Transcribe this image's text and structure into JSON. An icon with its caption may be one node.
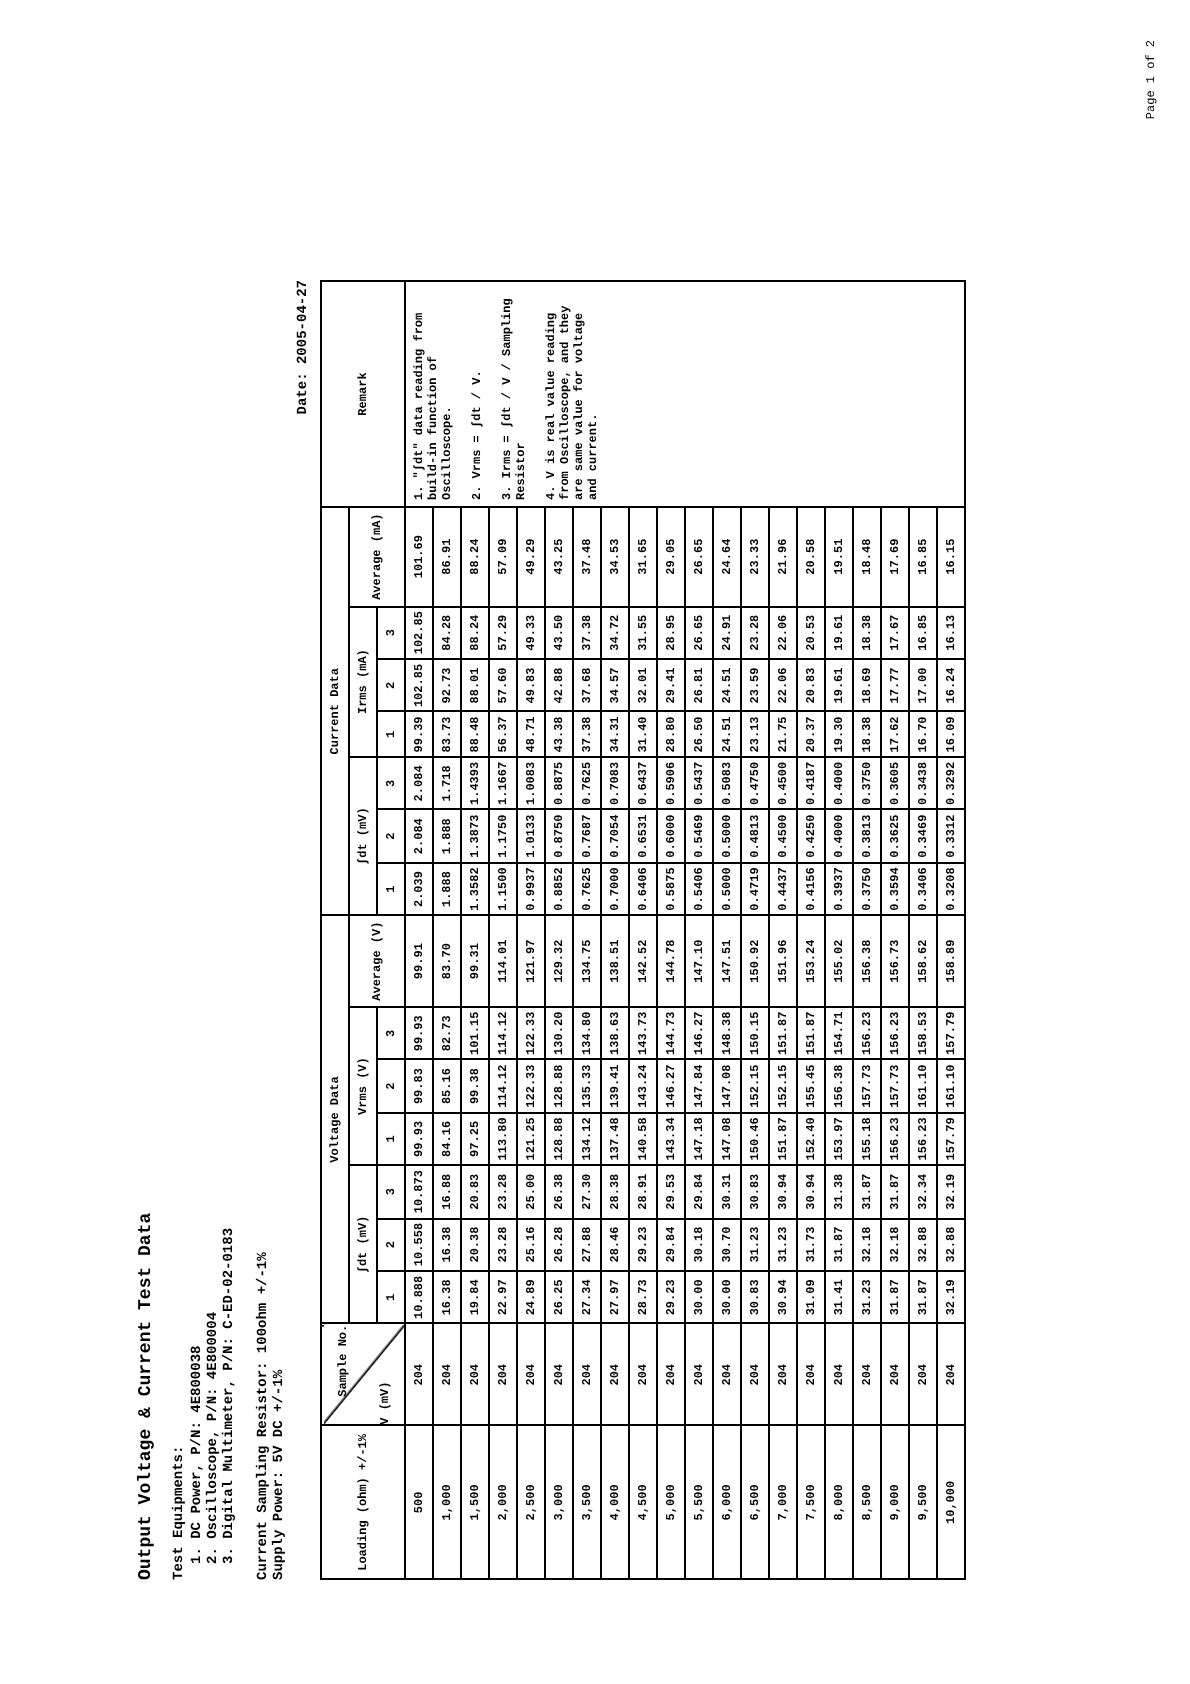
{
  "diagram": {
    "title": "Output Voltage & Current Test Data",
    "labels": [
      "Test Equipments:",
      "1. DC Power, P/N: 4E800038",
      "2. Oscilloscope, P/N: 4E800004",
      "3. Digital Multimeter, P/N: C-ED-02-0183",
      "Current Sampling Resistor: 100ohm +/-1%",
      "Supply Power: 5V DC +/-1%",
      "Date: 2005-04-27",
      "Loading (ohm) +/-1%",
      "Sample No.",
      "V (mV)",
      "Voltage Data",
      "Current Data",
      "Remark",
      "∫dt (mV)",
      "Vrms (V)",
      "Average (V)",
      "∫dt (mV)",
      "Irms (mA)",
      "Average (mA)",
      "1",
      "2",
      "3",
      "1",
      "2",
      "3",
      "1",
      "2",
      "3",
      "1",
      "2",
      "3",
      "500",
      "204",
      "10.888",
      "10.558",
      "10.873",
      "99.93",
      "99.83",
      "99.93",
      "99.91",
      "2.039",
      "2.084",
      "2.084",
      "99.39",
      "102.85",
      "102.85",
      "101.69",
      "1. \"∫dt\" data reading from build-in function of Oscilloscope.",
      "2. Vrms = ∫dt / V.",
      "3. Irms = ∫dt / V / Sampling Resistor",
      "4. V is real value reading from Oscilloscope, and they are same value for voltage and current.",
      "1,000",
      "204",
      "16.38",
      "16.38",
      "16.88",
      "84.16",
      "85.16",
      "82.73",
      "83.70",
      "1.888",
      "1.888",
      "1.718",
      "83.73",
      "92.73",
      "84.28",
      "86.91",
      "1,500",
      "204",
      "19.84",
      "20.38",
      "20.83",
      "97.25",
      "99.38",
      "101.15",
      "99.31",
      "1.3582",
      "1.3873",
      "1.4393",
      "88.48",
      "88.01",
      "88.24",
      "88.24",
      "2,000",
      "204",
      "22.97",
      "23.28",
      "23.28",
      "113.80",
      "114.12",
      "114.12",
      "114.01",
      "1.1500",
      "1.1750",
      "1.1667",
      "56.37",
      "57.60",
      "57.29",
      "57.09",
      "2,500",
      "204",
      "24.89",
      "25.16",
      "25.00",
      "121.25",
      "122.33",
      "122.33",
      "121.97",
      "0.9937",
      "1.0133",
      "1.0083",
      "48.71",
      "49.83",
      "49.33",
      "49.29",
      "3,000",
      "204",
      "26.25",
      "26.28",
      "26.38",
      "128.88",
      "128.88",
      "130.20",
      "129.32",
      "0.8852",
      "0.8750",
      "0.8875",
      "43.38",
      "42.88",
      "43.50",
      "43.25",
      "3,500",
      "204",
      "27.34",
      "27.88",
      "27.30",
      "134.12",
      "135.33",
      "134.80",
      "134.75",
      "0.7625",
      "0.7687",
      "0.7625",
      "37.38",
      "37.68",
      "37.38",
      "37.48",
      "4,000",
      "204",
      "27.97",
      "28.46",
      "28.38",
      "137.48",
      "139.41",
      "138.63",
      "138.51",
      "0.7000",
      "0.7054",
      "0.7083",
      "34.31",
      "34.57",
      "34.72",
      "34.53",
      "4,500",
      "204",
      "28.73",
      "29.23",
      "28.91",
      "140.58",
      "143.24",
      "143.73",
      "142.52",
      "0.6406",
      "0.6531",
      "0.6437",
      "31.40",
      "32.01",
      "31.55",
      "31.65",
      "5,000",
      "204",
      "29.23",
      "29.84",
      "29.53",
      "143.34",
      "146.27",
      "144.73",
      "144.78",
      "0.5875",
      "0.6000",
      "0.5906",
      "28.80",
      "29.41",
      "28.95",
      "29.05",
      "5,500",
      "204",
      "30.00",
      "30.18",
      "29.84",
      "147.18",
      "147.84",
      "146.27",
      "147.10",
      "0.5406",
      "0.5469",
      "0.5437",
      "26.50",
      "26.81",
      "26.65",
      "26.65",
      "6,000",
      "204",
      "30.00",
      "30.70",
      "30.31",
      "147.08",
      "147.08",
      "148.38",
      "147.51",
      "0.5000",
      "0.5000",
      "0.5083",
      "24.51",
      "24.51",
      "24.91",
      "24.64",
      "6,500",
      "204",
      "30.83",
      "31.23",
      "30.83",
      "150.46",
      "152.15",
      "150.15",
      "150.92",
      "0.4719",
      "0.4813",
      "0.4750",
      "23.13",
      "23.59",
      "23.28",
      "23.33",
      "7,000",
      "204",
      "30.94",
      "31.23",
      "30.94",
      "151.87",
      "152.15",
      "151.87",
      "151.96",
      "0.4437",
      "0.4500",
      "0.4500",
      "21.75",
      "22.06",
      "22.06",
      "21.96",
      "7,500",
      "204",
      "31.09",
      "31.73",
      "30.94",
      "152.40",
      "155.45",
      "151.87",
      "153.24",
      "0.4156",
      "0.4250",
      "0.4187",
      "20.37",
      "20.83",
      "20.53",
      "20.58",
      "8,000",
      "204",
      "31.41",
      "31.87",
      "31.38",
      "153.97",
      "156.38",
      "154.71",
      "155.02",
      "0.3937",
      "0.4000",
      "0.4000",
      "19.30",
      "19.61",
      "19.61",
      "19.51",
      "8,500",
      "204",
      "31.23",
      "32.18",
      "31.87",
      "155.18",
      "157.73",
      "156.23",
      "156.38",
      "0.3750",
      "0.3813",
      "0.3750",
      "18.38",
      "18.69",
      "18.38",
      "18.48",
      "9,000",
      "204",
      "31.87",
      "32.18",
      "31.87",
      "156.23",
      "157.73",
      "156.23",
      "156.73",
      "0.3594",
      "0.3625",
      "0.3605",
      "17.62",
      "17.77",
      "17.67",
      "17.69",
      "9,500",
      "204",
      "31.87",
      "32.88",
      "32.34",
      "156.23",
      "161.10",
      "158.53",
      "158.62",
      "0.3406",
      "0.3469",
      "0.3438",
      "16.70",
      "17.00",
      "16.85",
      "16.85",
      "10,000",
      "204",
      "32.19",
      "32.88",
      "32.19",
      "157.79",
      "161.10",
      "157.79",
      "158.89",
      "0.3208",
      "0.3312",
      "0.3292",
      "16.09",
      "16.24",
      "16.13",
      "16.15",
      "Page 1 of 2"
    ]
  }
}
